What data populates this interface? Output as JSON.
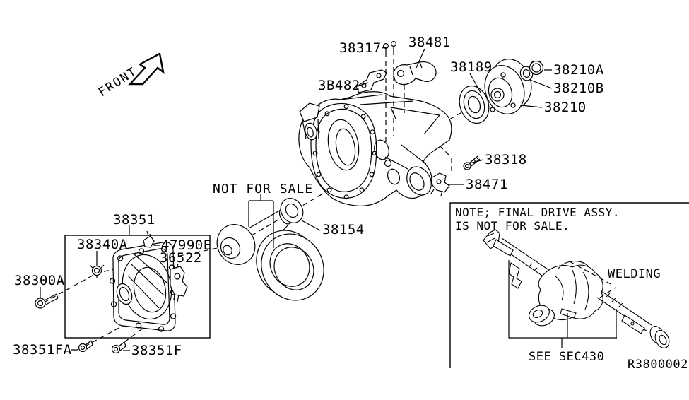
{
  "diagram": {
    "front_label": "FRONT",
    "not_for_sale_label": "NOT FOR SALE",
    "note_line1": "NOTE; FINAL DRIVE ASSY.",
    "note_line2": "IS NOT FOR SALE.",
    "welding_label": "WELDING",
    "see_sec_label": "SEE SEC430",
    "ref_code": "R3800002",
    "colors": {
      "line": "#000000",
      "background": "#ffffff"
    }
  },
  "part_labels": {
    "p38317": "38317",
    "p38481": "38481",
    "p3B482": "3B482",
    "p38189": "38189",
    "p38210A": "38210A",
    "p38210B": "38210B",
    "p38210": "38210",
    "p38318": "38318",
    "p38471": "38471",
    "p38351": "38351",
    "p38340A": "38340A",
    "p47990E": "47990E",
    "p36522": "36522",
    "p38300A": "38300A",
    "p38351FA": "38351FA",
    "p38351F": "38351F",
    "p38154": "38154"
  }
}
